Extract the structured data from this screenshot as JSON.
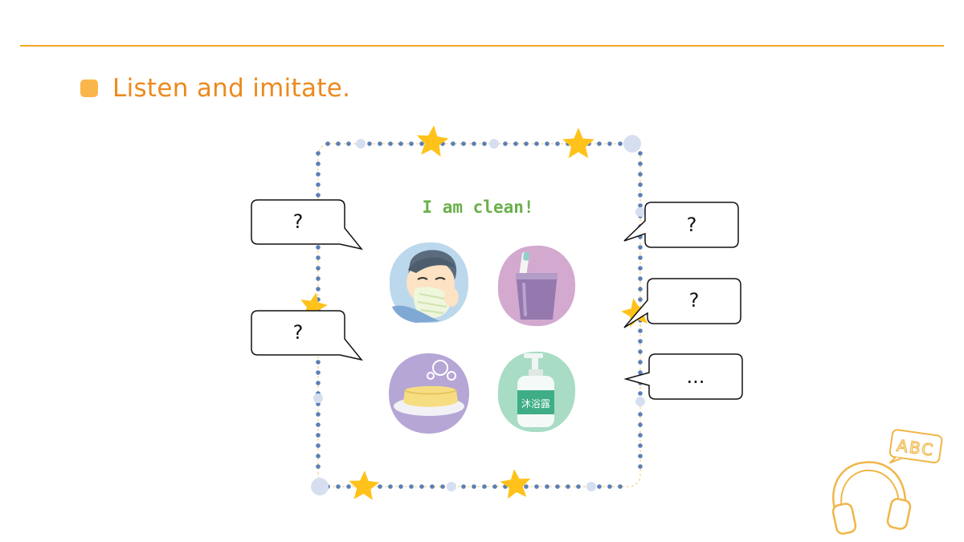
{
  "heading": {
    "text": "Listen and imitate."
  },
  "card": {
    "title": "I am clean!"
  },
  "bubbles": [
    {
      "text": "?"
    },
    {
      "text": "?"
    },
    {
      "text": "?"
    },
    {
      "text": "?"
    },
    {
      "text": "..."
    }
  ],
  "pictures": [
    {
      "label": ""
    },
    {
      "label": ""
    },
    {
      "label": ""
    },
    {
      "label": "沐浴露"
    }
  ],
  "decoration": {
    "letters": "ABC"
  },
  "colors": {
    "accent": "#f5a623",
    "heading": "#ec8a1f",
    "title": "#6ab04c",
    "dots": "#5b7fb5",
    "stars": "#ffc21a"
  }
}
